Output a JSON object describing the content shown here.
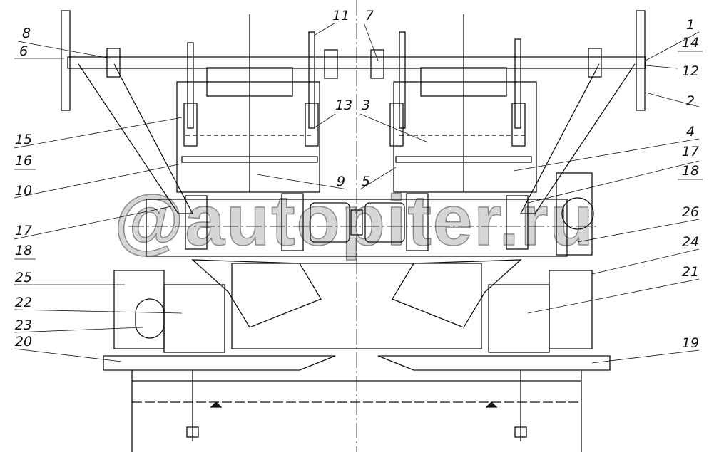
{
  "watermark": "@autopiter.ru",
  "callouts": [
    {
      "id": "8",
      "side": "left"
    },
    {
      "id": "6",
      "side": "left"
    },
    {
      "id": "11",
      "side": "center-left"
    },
    {
      "id": "7",
      "side": "center-right"
    },
    {
      "id": "1",
      "side": "right"
    },
    {
      "id": "14",
      "side": "right"
    },
    {
      "id": "12",
      "side": "right"
    },
    {
      "id": "2",
      "side": "right"
    },
    {
      "id": "13",
      "side": "center-left"
    },
    {
      "id": "3",
      "side": "center-right"
    },
    {
      "id": "15",
      "side": "left"
    },
    {
      "id": "16",
      "side": "left"
    },
    {
      "id": "4",
      "side": "right"
    },
    {
      "id": "17",
      "side": "right"
    },
    {
      "id": "18",
      "side": "right"
    },
    {
      "id": "10",
      "side": "left"
    },
    {
      "id": "9",
      "side": "center-left"
    },
    {
      "id": "5",
      "side": "center-right"
    },
    {
      "id": "17",
      "side": "left"
    },
    {
      "id": "18",
      "side": "left"
    },
    {
      "id": "26",
      "side": "right"
    },
    {
      "id": "24",
      "side": "right"
    },
    {
      "id": "25",
      "side": "left"
    },
    {
      "id": "21",
      "side": "right"
    },
    {
      "id": "22",
      "side": "left"
    },
    {
      "id": "23",
      "side": "left"
    },
    {
      "id": "20",
      "side": "left"
    },
    {
      "id": "19",
      "side": "right"
    }
  ]
}
